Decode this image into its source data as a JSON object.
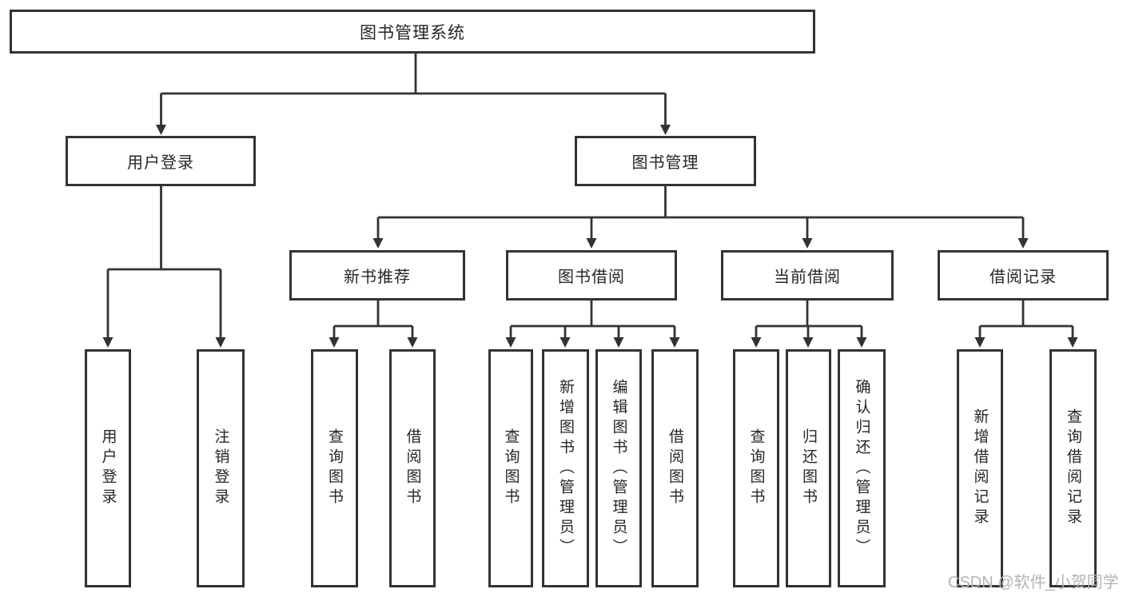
{
  "colors": {
    "line": "#333333",
    "text": "#262626",
    "background": "#ffffff",
    "watermark": "#b3b3b3"
  },
  "watermark": "CSDN @软件_小贺同学",
  "diagram": {
    "root": {
      "label": "图书管理系统"
    },
    "level2": {
      "user_login": {
        "label": "用户登录"
      },
      "book_management": {
        "label": "图书管理"
      }
    },
    "level3": {
      "new_book_recommend": {
        "label": "新书推荐"
      },
      "book_borrowing": {
        "label": "图书借阅"
      },
      "current_borrowing": {
        "label": "当前借阅"
      },
      "borrowing_records": {
        "label": "借阅记录"
      }
    },
    "leaves": {
      "user_login": {
        "label": "用户登录"
      },
      "logout": {
        "label": "注销登录"
      },
      "recommend_query_books": {
        "label": "查询图书"
      },
      "recommend_borrow_books": {
        "label": "借阅图书"
      },
      "borrowing_query_books": {
        "label": "查询图书"
      },
      "borrowing_add_books": {
        "label": "新增图书（管理员）"
      },
      "borrowing_edit_books": {
        "label": "编辑图书（管理员）"
      },
      "borrowing_borrow_books": {
        "label": "借阅图书"
      },
      "current_query_books": {
        "label": "查询图书"
      },
      "current_return_books": {
        "label": "归还图书"
      },
      "current_confirm_return": {
        "label": "确认归还（管理员）"
      },
      "records_add_record": {
        "label": "新增借阅记录"
      },
      "records_query_record": {
        "label": "查询借阅记录"
      }
    }
  }
}
